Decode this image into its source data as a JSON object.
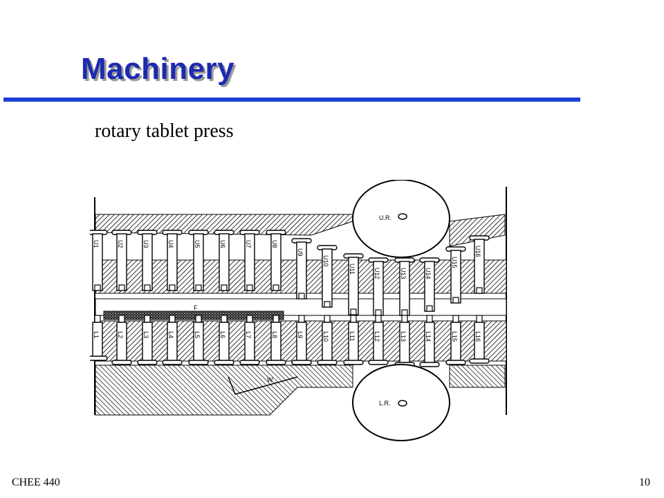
{
  "slide": {
    "title": "Machinery",
    "subtitle": "rotary tablet press",
    "footer_course": "CHEE 440",
    "page_number": "10"
  },
  "diagram": {
    "upper_roll_label": "U.R.",
    "lower_roll_label": "L.R.",
    "feed_label": "F",
    "wall_label": "W",
    "upper_punches": [
      "U1",
      "U2",
      "U3",
      "U4",
      "U5",
      "U6",
      "U7",
      "U8",
      "U9",
      "U10",
      "U11",
      "U12",
      "U13",
      "U14",
      "U15",
      "U16"
    ],
    "lower_punches": [
      "L1",
      "L2",
      "L3",
      "L4",
      "L5",
      "L6",
      "L7",
      "L8",
      "L9",
      "L10",
      "L11",
      "L12",
      "L13",
      "L14",
      "L15",
      "L16"
    ]
  }
}
